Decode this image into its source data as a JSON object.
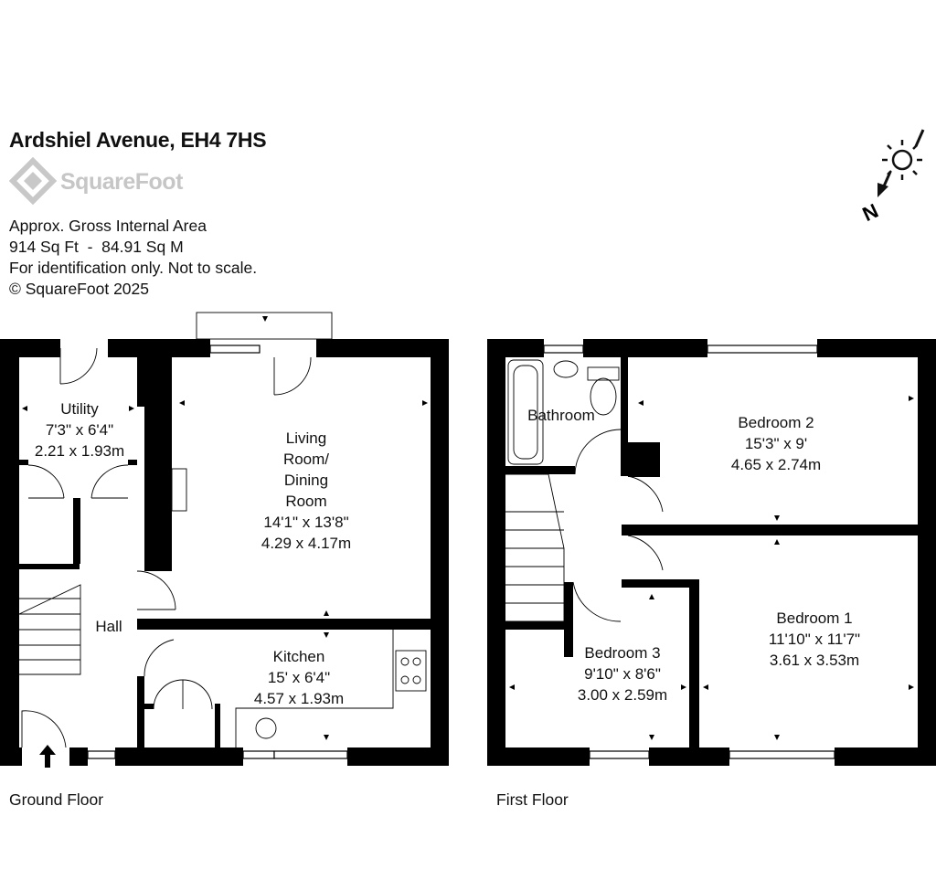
{
  "header": {
    "title": "Ardshiel Avenue, EH4 7HS",
    "brand": "SquareFoot",
    "area_label": "Approx. Gross Internal Area",
    "area_value": "914 Sq Ft  -  84.91 Sq M",
    "disclaimer": "For identification only. Not to scale.",
    "copyright": "© SquareFoot 2025"
  },
  "compass": {
    "north_label": "N"
  },
  "floors": [
    {
      "name": "Ground Floor",
      "rooms": [
        {
          "name": "Utility",
          "imperial": "7'3\" x 6'4\"",
          "metric": "2.21 x 1.93m"
        },
        {
          "name": "Living Room/ Dining Room",
          "name_lines": [
            "Living",
            "Room/",
            "Dining",
            "Room"
          ],
          "imperial": "14'1\" x 13'8\"",
          "metric": "4.29 x 4.17m"
        },
        {
          "name": "Hall"
        },
        {
          "name": "Kitchen",
          "imperial": "15' x 6'4\"",
          "metric": "4.57 x 1.93m"
        }
      ]
    },
    {
      "name": "First Floor",
      "rooms": [
        {
          "name": "Bathroom"
        },
        {
          "name": "Bedroom 2",
          "imperial": "15'3\" x 9'",
          "metric": "4.65 x 2.74m"
        },
        {
          "name": "Bedroom 1",
          "imperial": "11'10\" x 11'7\"",
          "metric": "3.61 x 3.53m"
        },
        {
          "name": "Bedroom 3",
          "imperial": "9'10\" x 8'6\"",
          "metric": "3.00 x 2.59m"
        }
      ]
    }
  ]
}
